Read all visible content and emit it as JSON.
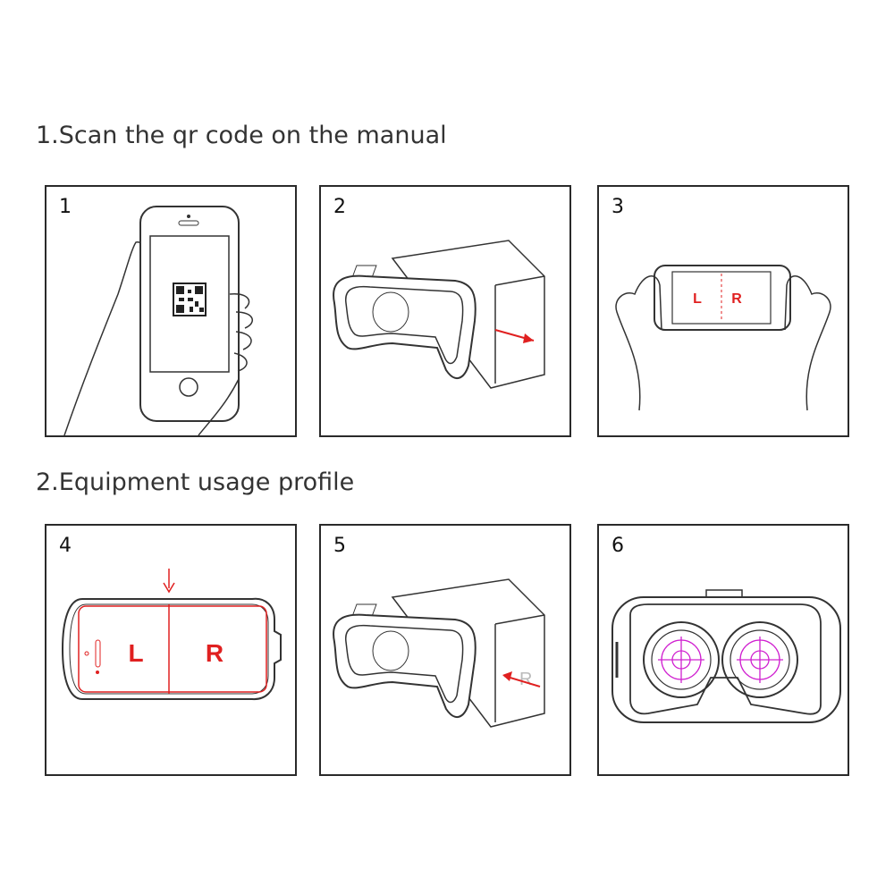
{
  "sections": [
    {
      "title": "1.Scan the qr code on the manual"
    },
    {
      "title": "2.Equipment usage profile"
    }
  ],
  "panels": [
    {
      "number": "1"
    },
    {
      "number": "2"
    },
    {
      "number": "3",
      "left_label": "L",
      "right_label": "R"
    },
    {
      "number": "4",
      "left_label": "L",
      "right_label": "R"
    },
    {
      "number": "5",
      "screen_label": "R"
    },
    {
      "number": "6"
    }
  ],
  "colors": {
    "accent": "#e02020",
    "lens": "#d020d0",
    "line": "#333333"
  }
}
